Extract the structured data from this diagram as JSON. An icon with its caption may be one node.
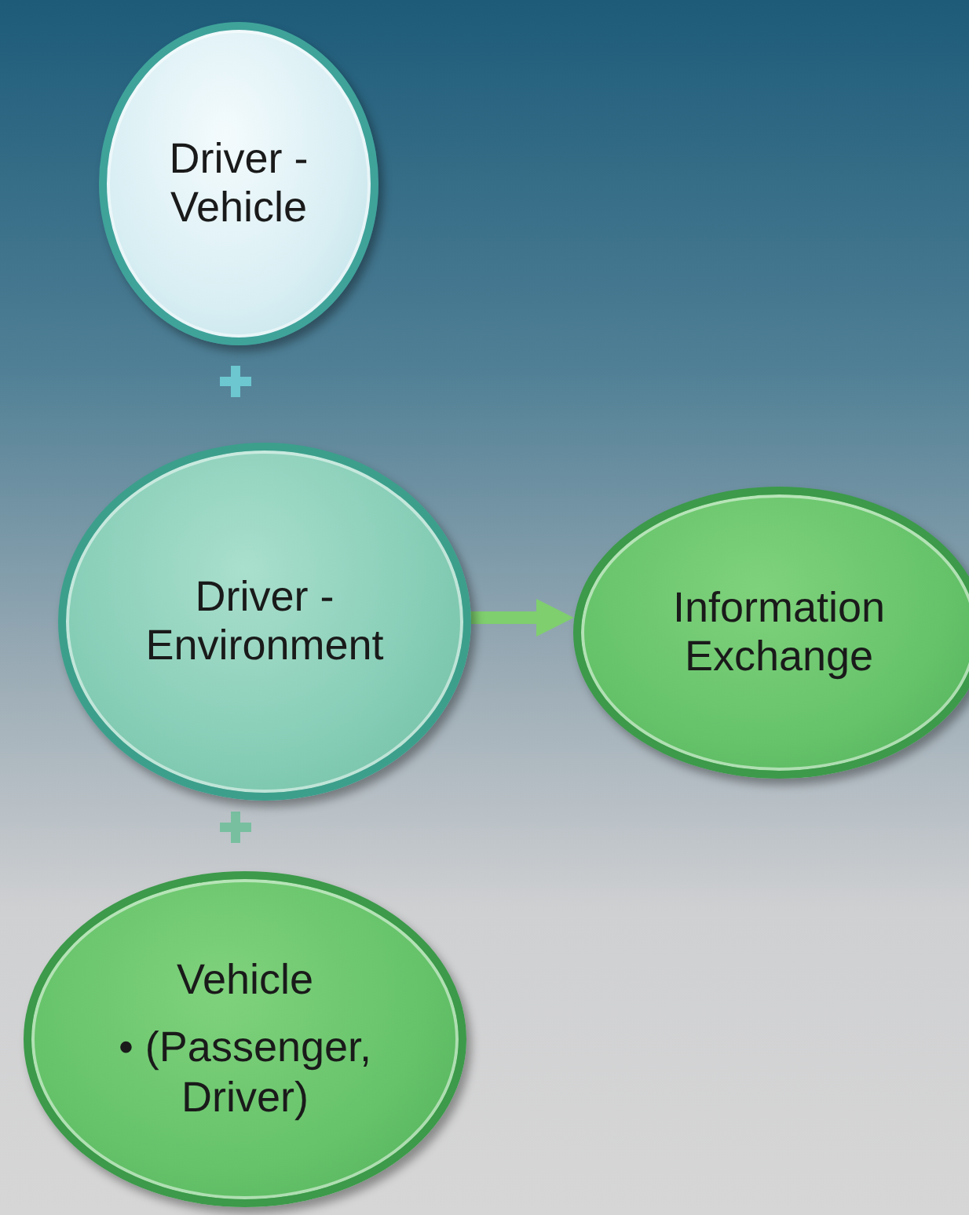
{
  "diagram": {
    "nodes": [
      {
        "text": [
          "Driver - Vehicle"
        ]
      },
      {
        "text": [
          "Driver - Environment"
        ]
      },
      {
        "text": [
          "Information Exchange"
        ]
      },
      {
        "text": [
          "Vehicle",
          "• (Passenger, Driver)"
        ]
      }
    ],
    "edges": [
      {
        "from": 1,
        "to": 2,
        "arrow": "to"
      }
    ]
  }
}
